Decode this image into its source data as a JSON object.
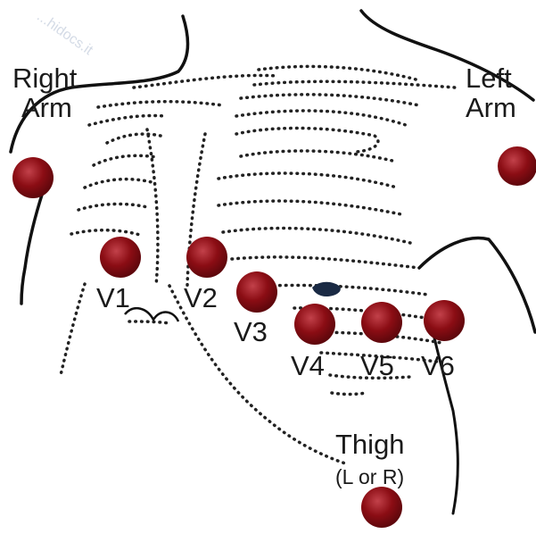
{
  "labels": {
    "right_arm_line1": "Right",
    "right_arm_line2": "Arm",
    "left_arm_line1": "Left",
    "left_arm_line2": "Arm",
    "v1": "V1",
    "v2": "V2",
    "v3": "V3",
    "v4": "V4",
    "v5": "V5",
    "v6": "V6",
    "thigh": "Thigh",
    "thigh_side": "(L or R)"
  },
  "watermark": "...hidocs.it",
  "colors": {
    "electrode": "#8b0d14",
    "electrode_highlight": "#c2414a",
    "outline": "#111111",
    "ribs": "#222222",
    "background": "#ffffff",
    "heart_marker": "#1a2a44"
  },
  "electrodes": [
    "right-arm",
    "left-arm",
    "v1",
    "v2",
    "v3",
    "v4",
    "v5",
    "v6",
    "thigh"
  ]
}
